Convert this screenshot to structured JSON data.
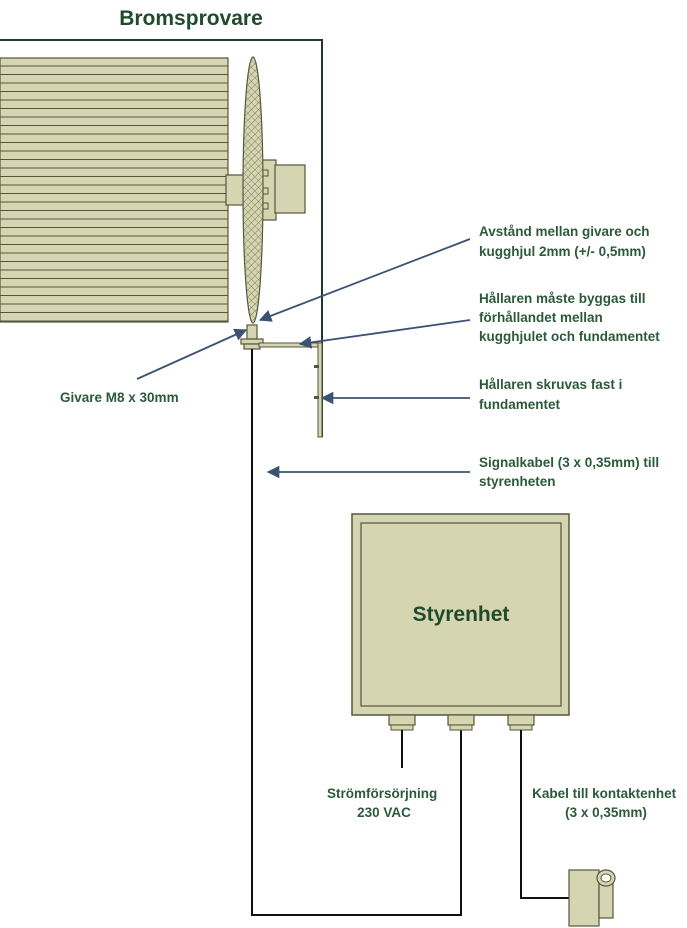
{
  "title": "Bromsprovare",
  "control_unit": {
    "label": "Styrenhet"
  },
  "annotations": {
    "sensor_distance": [
      "Avstånd mellan givare och",
      "kugghjul 2mm (+/- 0,5mm)"
    ],
    "holder_build": [
      "Hållaren måste byggas till",
      "förhållandet mellan",
      "kugghjulet och fundamentet"
    ],
    "holder_screw": [
      "Hållaren skruvas fast i",
      "fundamentet"
    ],
    "signal_cable": [
      "Signalkabel (3 x 0,35mm) till",
      "styrenheten"
    ],
    "sensor": "Givare M8 x 30mm",
    "power": [
      "Strömförsörjning",
      "230 VAC"
    ],
    "contact_cable": [
      "Kabel till kontaktenhet",
      "(3 x 0,35mm)"
    ]
  },
  "colors": {
    "fill": "#d5d6b1",
    "stroke": "#55563c",
    "text": "#2b5a3a",
    "arrow": "#3b5272",
    "frame": "#1f3a26"
  }
}
